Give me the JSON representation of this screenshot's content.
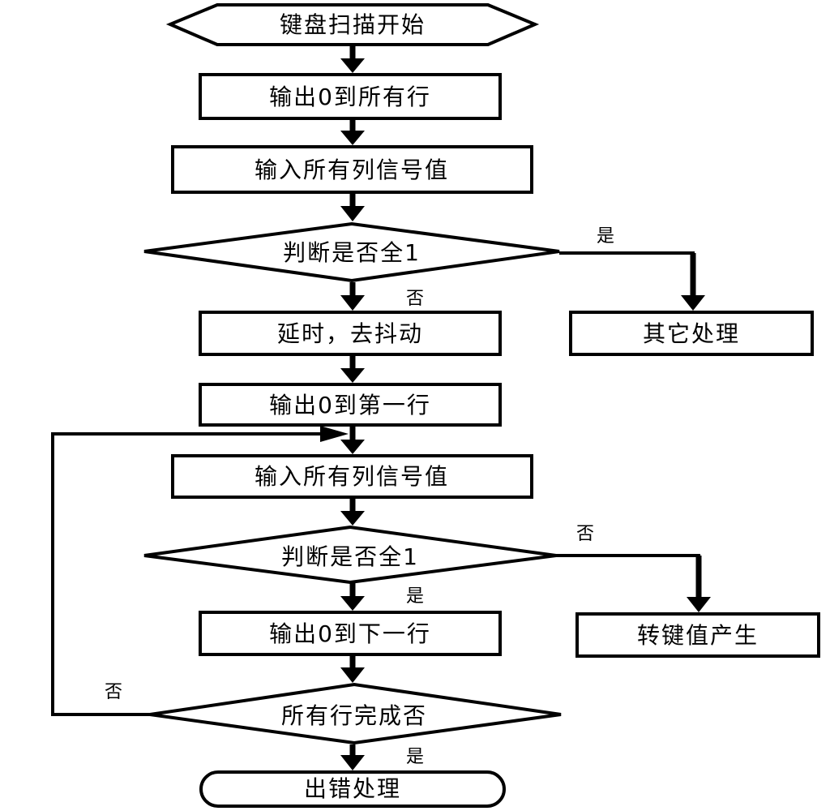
{
  "nodes": {
    "start": "键盘扫描开始",
    "out_all_rows": "输出0到所有行",
    "in_cols_1": "输入所有列信号值",
    "judge_1": "判断是否全1",
    "delay": "延时，去抖动",
    "other": "其它处理",
    "out_first_row": "输出0到第一行",
    "in_cols_2": "输入所有列信号值",
    "judge_2": "判断是否全1",
    "key_value": "转键值产生",
    "out_next_row": "输出0到下一行",
    "all_done": "所有行完成否",
    "error": "出错处理"
  },
  "edges": {
    "judge1_yes": "是",
    "judge1_no": "否",
    "judge2_no": "否",
    "judge2_yes": "是",
    "done_no": "否",
    "done_yes": "是"
  }
}
